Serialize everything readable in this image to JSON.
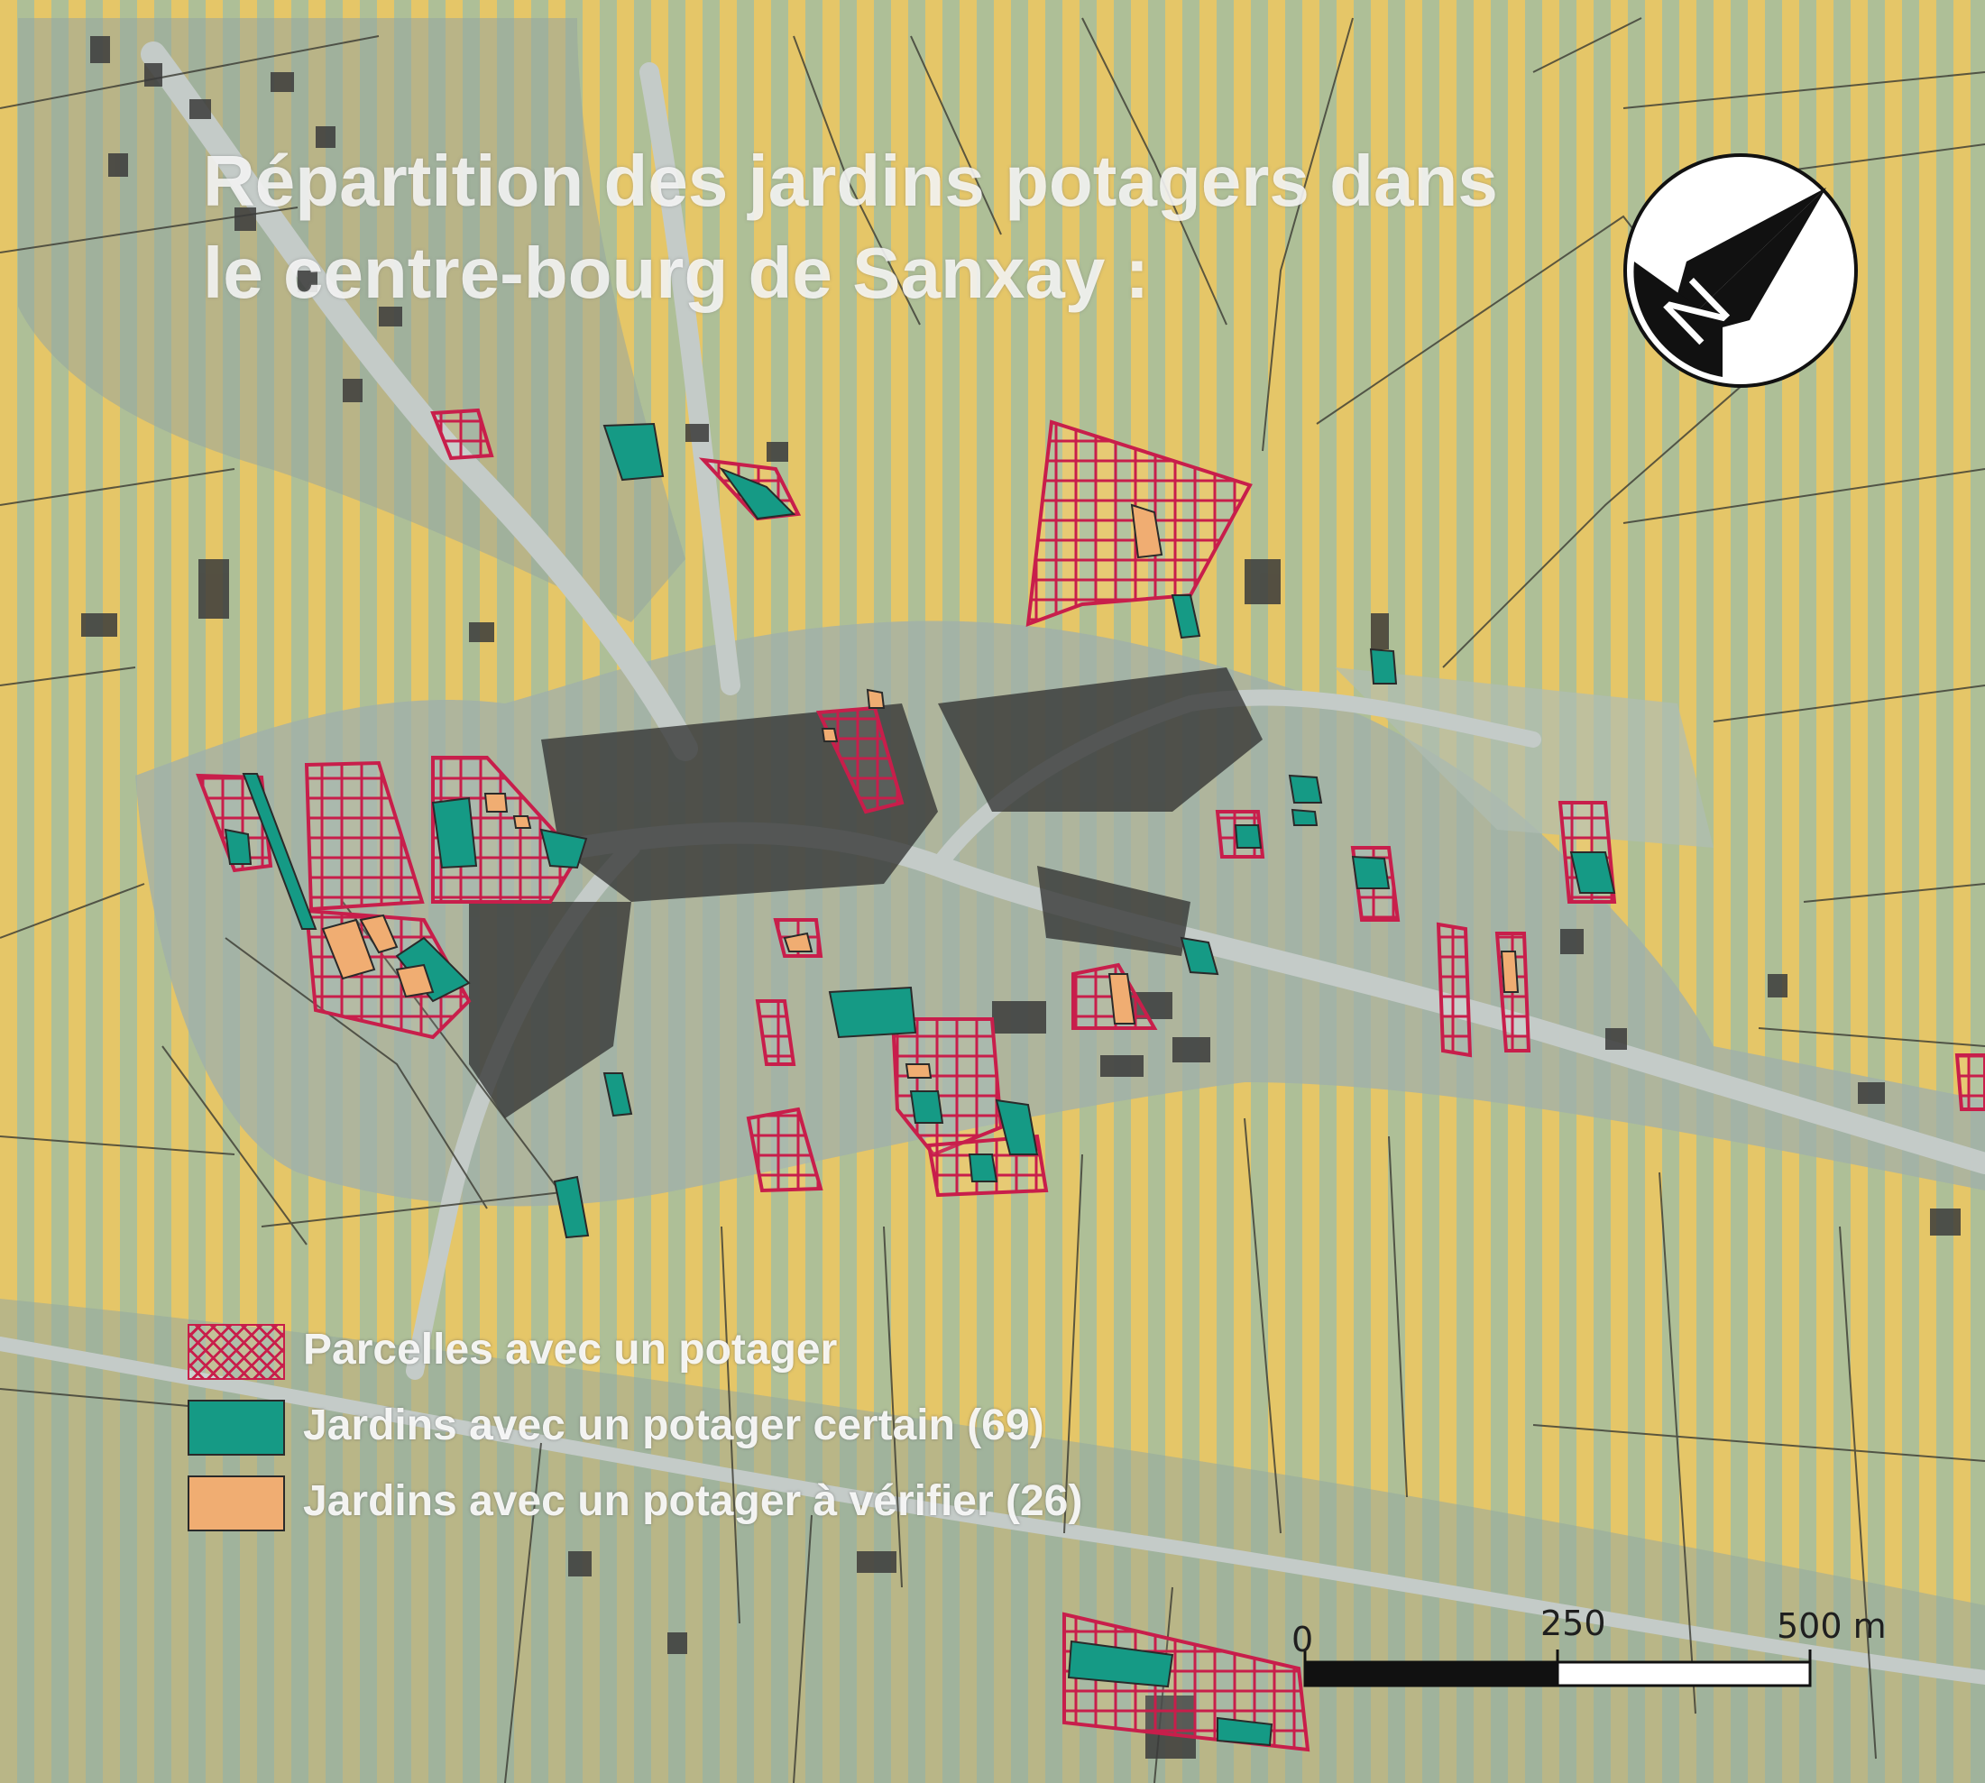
{
  "map": {
    "title_line_1": "Répartition des jardins potagers dans",
    "title_line_2": "le centre-bourg de Sanxay :",
    "north_label": "N",
    "legend": [
      {
        "label": "Parcelles avec un potager",
        "swatch": "hatch",
        "color": "#c81e4b"
      },
      {
        "label": "Jardins avec un potager certain (69)",
        "swatch": "fill",
        "color": "#159a85"
      },
      {
        "label": "Jardins avec un potager à vérifier (26)",
        "swatch": "fill",
        "color": "#f0ad72"
      }
    ],
    "scale": {
      "labels": [
        "0",
        "250",
        "500 m"
      ]
    },
    "colors": {
      "parcel_outline": "#c81e4b",
      "garden_certain": "#159a85",
      "garden_to_verify": "#f0ad72",
      "field_stripe": "#e8c45a",
      "road": "#bfc6c3",
      "building": "#3a3a3a"
    }
  }
}
